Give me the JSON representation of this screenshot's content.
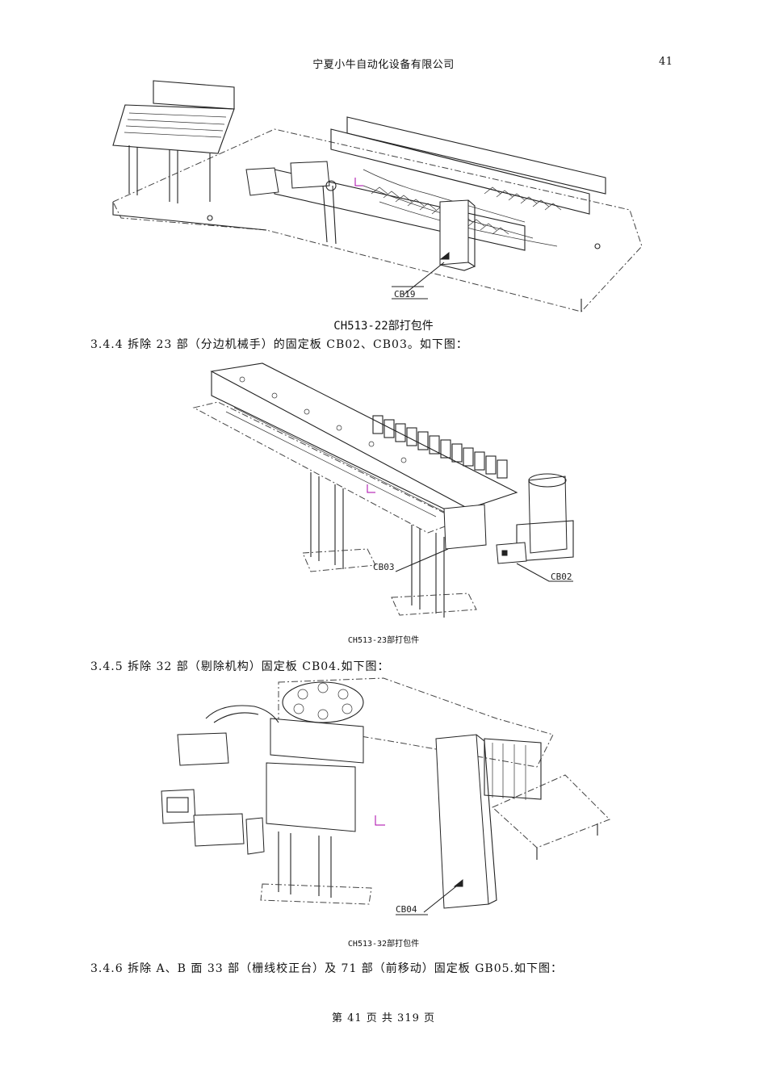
{
  "header": {
    "company": "宁夏小牛自动化设备有限公司",
    "page_number": "41"
  },
  "figures": [
    {
      "callouts": [
        "CB19"
      ],
      "caption": "CH513-22部打包件"
    },
    {
      "callouts": [
        "CB03",
        "CB02"
      ],
      "caption": "CH513-23部打包件"
    },
    {
      "callouts": [
        "CB04"
      ],
      "caption": "CH513-32部打包件"
    }
  ],
  "paragraphs": [
    "3.4.4 拆除 23 部（分边机械手）的固定板 CB02、CB03。如下图：",
    "3.4.5 拆除 32 部（剔除机构）固定板 CB04.如下图：",
    "3.4.6 拆除 A、B 面 33 部（栅线校正台）及 71 部（前移动）固定板 GB05.如下图："
  ],
  "footer": {
    "text": "第 41 页 共 319 页"
  }
}
